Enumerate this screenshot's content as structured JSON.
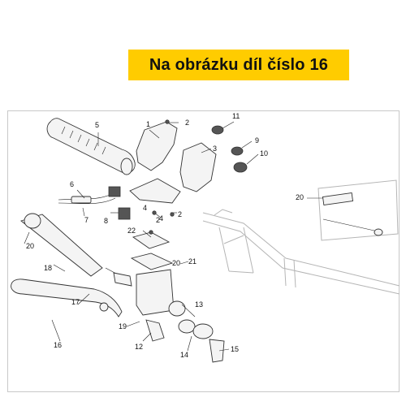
{
  "banner": {
    "text": "Na obrázku díl číslo 16",
    "color": "#ffcc00"
  },
  "callouts": [
    "1",
    "2",
    "3",
    "4",
    "5",
    "6",
    "7",
    "8",
    "9",
    "10",
    "11",
    "12",
    "13",
    "14",
    "15",
    "16",
    "17",
    "18",
    "19",
    "20",
    "21",
    "22"
  ],
  "icons": [
    "handlebar-outline",
    "throttle-grip",
    "brake-lever",
    "master-cylinder",
    "switch-housing",
    "brake-light-switch"
  ]
}
